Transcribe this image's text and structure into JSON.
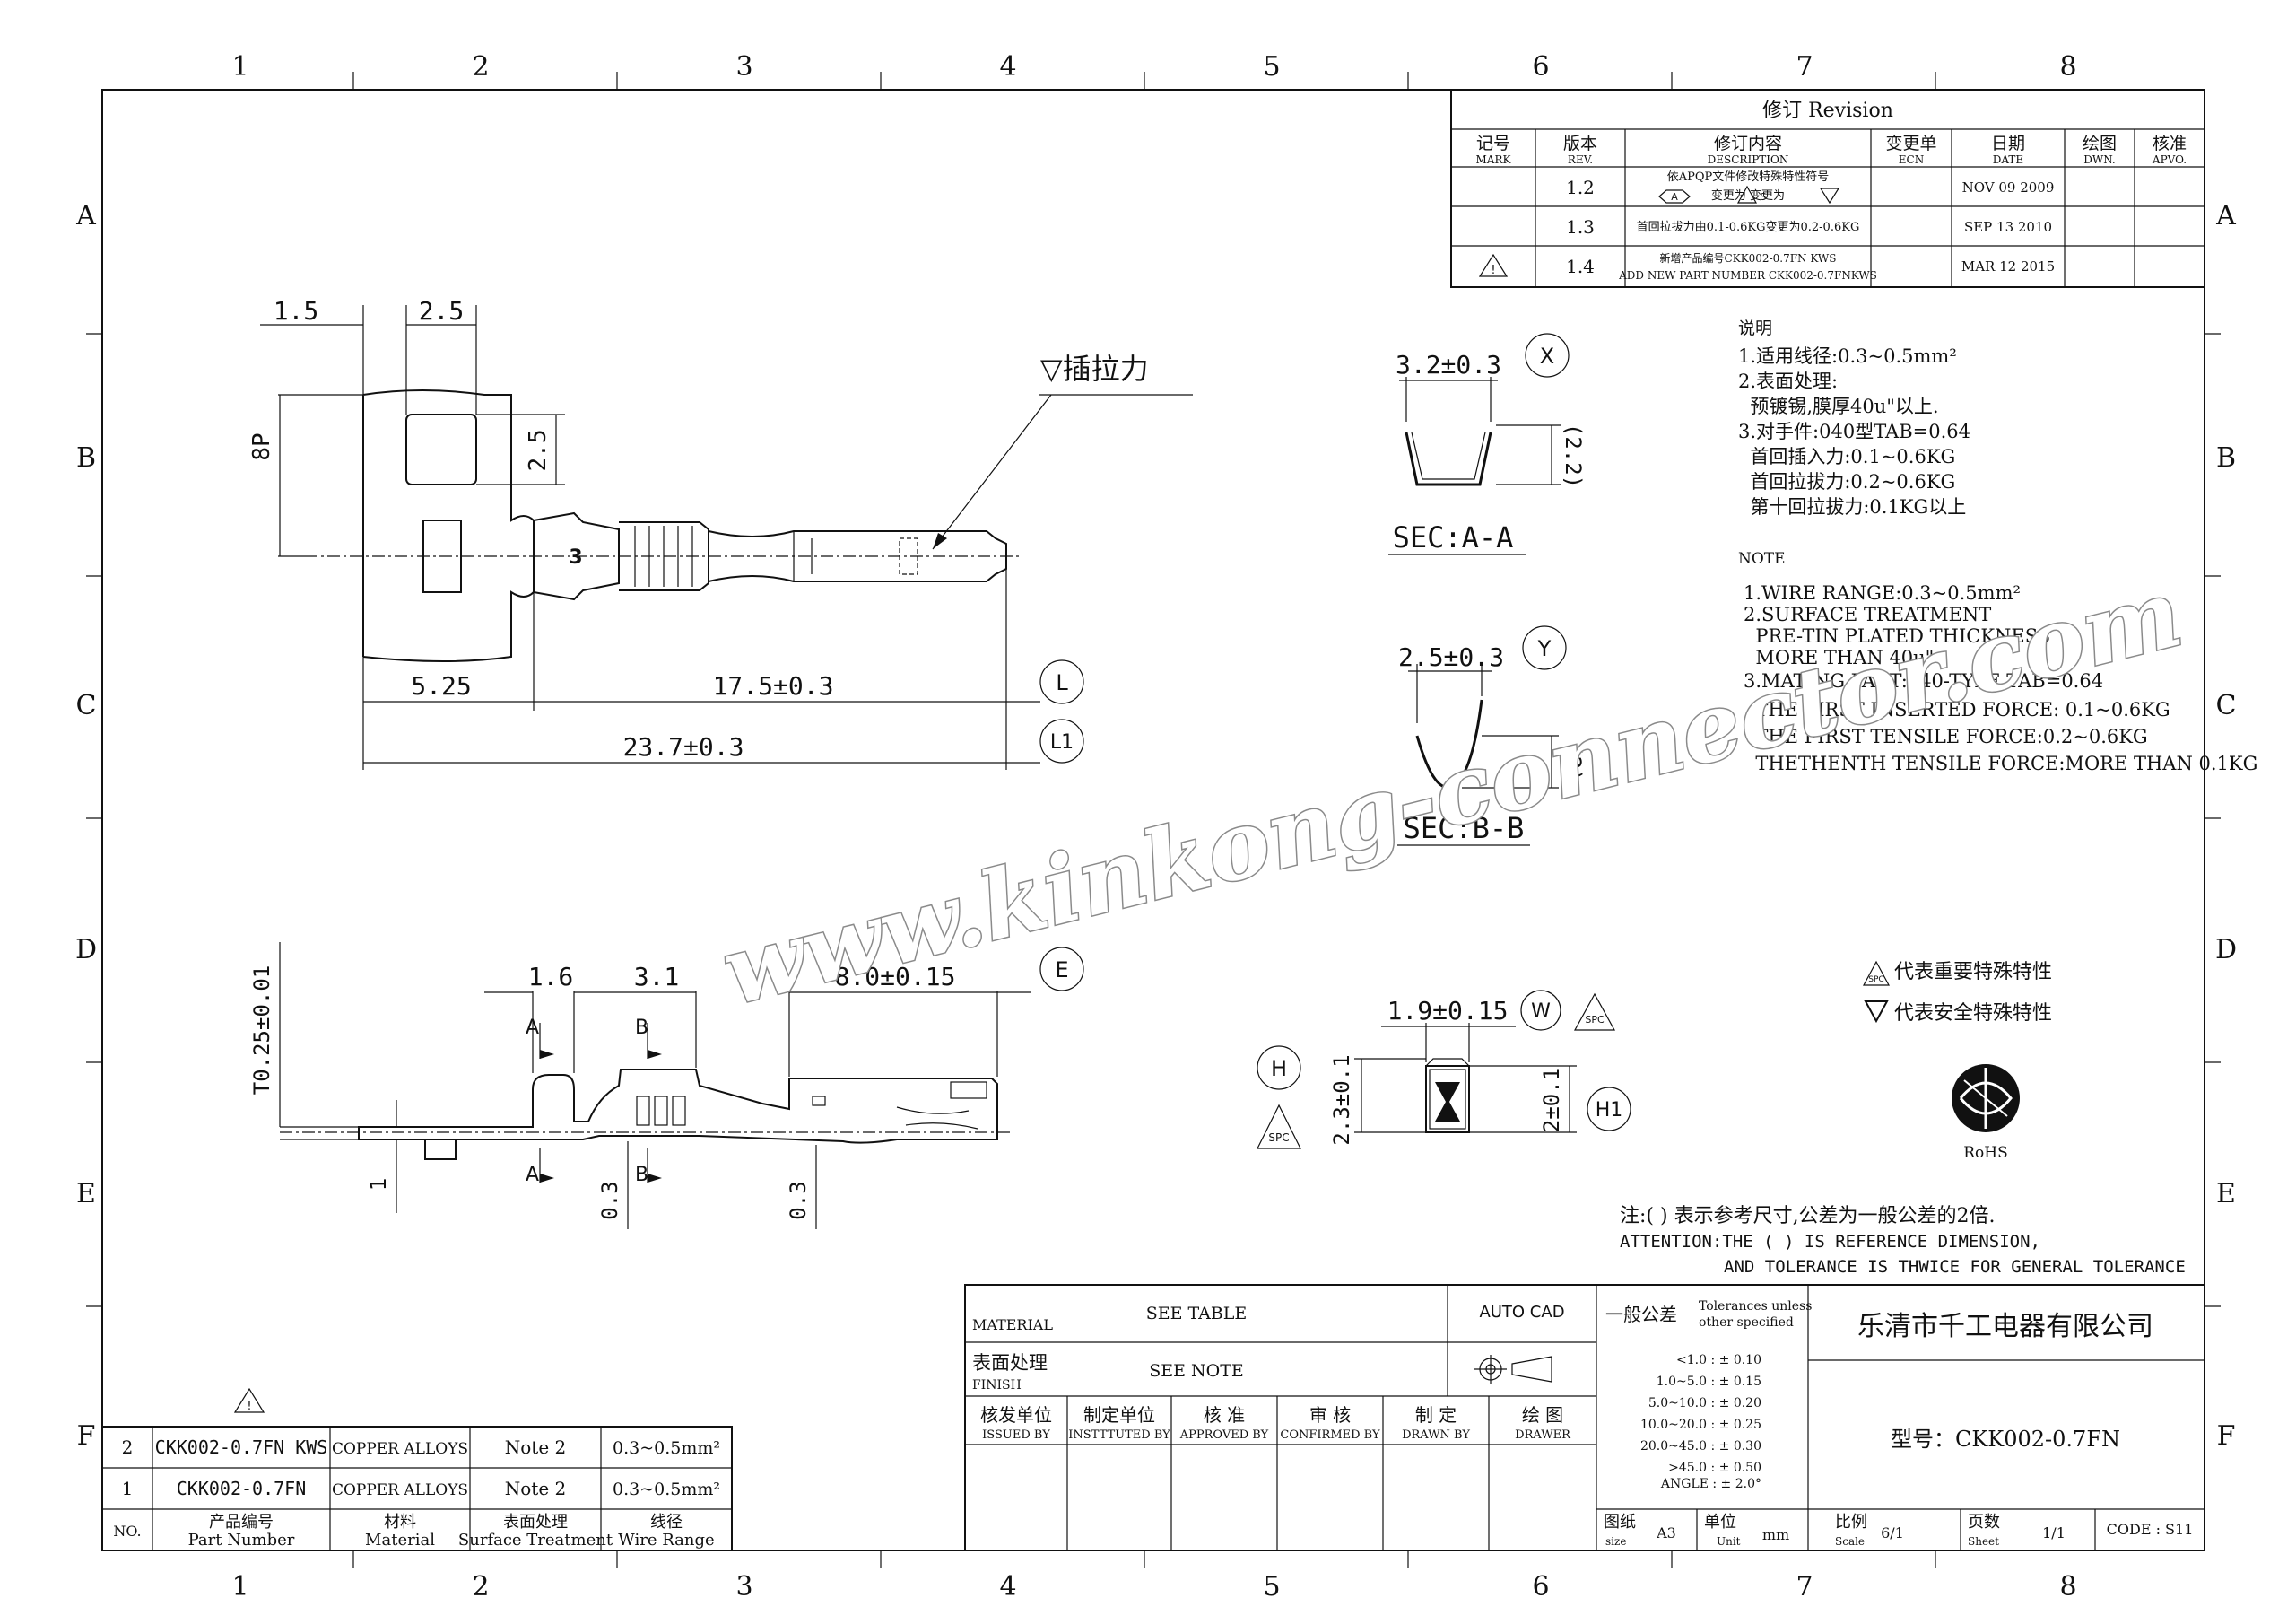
{
  "col_labels": [
    "1",
    "2",
    "3",
    "4",
    "5",
    "6",
    "7",
    "8"
  ],
  "row_labels": [
    "A",
    "B",
    "C",
    "D",
    "E",
    "F"
  ],
  "revision": {
    "title": "修订 Revision",
    "headers": [
      {
        "cn": "记号",
        "en": "MARK"
      },
      {
        "cn": "版本",
        "en": "REV."
      },
      {
        "cn": "修订内容",
        "en": "DESCRIPTION"
      },
      {
        "cn": "变更单",
        "en": "ECN"
      },
      {
        "cn": "日期",
        "en": "DATE"
      },
      {
        "cn": "绘图",
        "en": "DWN."
      },
      {
        "cn": "核准",
        "en": "APVO."
      }
    ],
    "rows": [
      {
        "mark": "",
        "rev": "1.2",
        "desc1": "依APQP文件修改特殊特性符号",
        "desc2": "变更为   变更为",
        "date": "NOV 09 2009"
      },
      {
        "mark": "",
        "rev": "1.3",
        "desc1": "首回拉拔力由0.1-0.6KG变更为0.2-0.6KG",
        "desc2": "",
        "date": "SEP  13  2010"
      },
      {
        "mark": "!",
        "rev": "1.4",
        "desc1": "新增产品编号CKK002-0.7FN KWS",
        "desc2": "ADD NEW PART NUMBER CKK002-0.7FNKWS",
        "date": "MAR 12 2015"
      }
    ]
  },
  "notes_cn": {
    "title": "说明",
    "lines": [
      "1.适用线径:0.3~0.5mm²",
      "2.表面处理:",
      "  预镀锡,膜厚40u\"以上.",
      "3.对手件:040型TAB=0.64",
      "  首回插入力:0.1~0.6KG",
      "  首回拉拔力:0.2~0.6KG",
      "  第十回拉拔力:0.1KG以上"
    ]
  },
  "notes_en": {
    "title": "NOTE",
    "lines": [
      "1.WIRE RANGE:0.3~0.5mm²",
      "2.SURFACE TREATMENT",
      "  PRE-TIN PLATED THICKNESS",
      "  MORE THAN 40u\"",
      "3.MATING PART:040-TYPE TAB=0.64",
      "  THE FIRST INSERTED FORCE: 0.1~0.6KG",
      "  THE FIRST TENSILE FORCE:0.2~0.6KG",
      "  THETHENTH TENSILE FORCE:MORE THAN 0.1KG"
    ]
  },
  "legend": {
    "important": "代表重要特殊特性",
    "safety": "代表安全特殊特性",
    "rohs": "RoHS"
  },
  "attention": {
    "cn": "注:( ) 表示参考尺寸,公差为一般公差的2倍.",
    "en1": "ATTENTION:THE ( ) IS REFERENCE DIMENSION,",
    "en2": "AND TOLERANCE IS THWICE FOR GENERAL TOLERANCE"
  },
  "top_view": {
    "d_1_5": "1.5",
    "d_2_5": "2.5",
    "d_8p": "8P",
    "d_2_5v": "2.5",
    "d_3": "3",
    "d_5_25": "5.25",
    "d_17_5": "17.5±0.3",
    "d_23_7": "23.7±0.3",
    "tag_L": "L",
    "tag_L1": "L1",
    "pull": "▽插拉力"
  },
  "sec_a": {
    "dim": "3.2±0.3",
    "tag": "X",
    "h": "(2.2)",
    "label": "SEC:A-A"
  },
  "sec_b": {
    "dim": "2.5±0.3",
    "tag": "Y",
    "h": "(2)",
    "label": "SEC:B-B"
  },
  "side_view": {
    "t": "T0.25±0.01",
    "d_1_6": "1.6",
    "d_3_1": "3.1",
    "d_8_0": "8.0±0.15",
    "tag_E": "E",
    "d_1": "1",
    "d_0_3a": "0.3",
    "d_0_3b": "0.3",
    "A": "A",
    "B": "B"
  },
  "end_view": {
    "w": "1.9±0.15",
    "tag_W": "W",
    "h": "2.3±0.1",
    "h1": "2±0.1",
    "tag_H": "H",
    "tag_H1": "H1",
    "spc": "SPC"
  },
  "parts": {
    "headers": [
      {
        "cn": "",
        "en": "NO."
      },
      {
        "cn": "产品编号",
        "en": "Part Number"
      },
      {
        "cn": "材料",
        "en": "Material"
      },
      {
        "cn": "表面处理",
        "en": "Surface Treatment"
      },
      {
        "cn": "线径",
        "en": "Wire Range"
      }
    ],
    "rows": [
      {
        "no": "2",
        "pn": "CKK002-0.7FN KWS",
        "mat": "COPPER ALLOYS",
        "st": "Note 2",
        "wr": "0.3~0.5mm²"
      },
      {
        "no": "1",
        "pn": "CKK002-0.7FN",
        "mat": "COPPER ALLOYS",
        "st": "Note 2",
        "wr": "0.3~0.5mm²"
      }
    ]
  },
  "title_block": {
    "material_lbl": "MATERIAL",
    "material_val": "SEE TABLE",
    "autocad": "AUTO CAD",
    "finish_cn": "表面处理",
    "finish_en": "FINISH",
    "finish_val": "SEE NOTE",
    "tol_cn": "一般公差",
    "tol_en1": "Tolerances unless",
    "tol_en2": "other specified",
    "tol_rows": [
      "<1.0  :  ± 0.10",
      "1.0~5.0  :  ± 0.15",
      "5.0~10.0  :  ± 0.20",
      "10.0~20.0  :  ± 0.25",
      "20.0~45.0  :  ± 0.30",
      ">45.0  :  ± 0.50",
      "ANGLE  :  ± 2.0°"
    ],
    "company": "乐清市千工电器有限公司",
    "model": "型号：CKK002-0.7FN",
    "sign": [
      {
        "cn": "核发单位",
        "en": "ISSUED BY"
      },
      {
        "cn": "制定单位",
        "en": "INSTTTUTED BY"
      },
      {
        "cn": "核 准",
        "en": "APPROVED BY"
      },
      {
        "cn": "审 核",
        "en": "CONFIRMED BY"
      },
      {
        "cn": "制 定",
        "en": "DRAWN BY"
      },
      {
        "cn": "绘 图",
        "en": "DRAWER"
      }
    ],
    "size_cn": "图纸",
    "size_en": "size",
    "size_val": "A3",
    "unit_cn": "单位",
    "unit_en": "Unit",
    "unit_val": "mm",
    "scale_cn": "比例",
    "scale_en": "Scale",
    "scale_val": "6/1",
    "sheet_cn": "页数",
    "sheet_en": "Sheet",
    "sheet_val": "1/1",
    "code": "CODE : S11"
  },
  "watermark": "www.kinkong-connector.com"
}
